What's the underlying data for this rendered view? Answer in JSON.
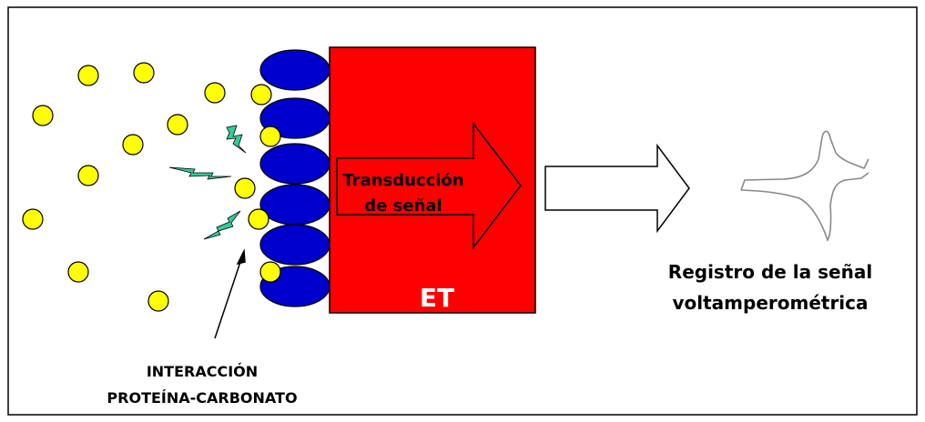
{
  "labels": {
    "electrode": "ET",
    "transduction_line1": "Transducción",
    "transduction_line2": "de señal",
    "record_line1": "Registro de la señal",
    "record_line2": "voltamperométrica",
    "interaction_line1": "INTERACCIÓN",
    "interaction_line2": "PROTEÍNA-CARBONATO"
  },
  "colors": {
    "electrode_fill": "#ff0000",
    "protein_fill": "#0000cc",
    "carbonate_fill": "#ffff00",
    "lightning_fill": "#33cc99",
    "text": "#000000",
    "voltammogram_line": "#888888"
  },
  "icons": {
    "lightning": "lightning-bolt-icon",
    "transduction_arrow": "block-arrow-right-icon",
    "output_arrow": "block-arrow-right-icon",
    "voltammogram": "cyclic-voltammogram-icon"
  }
}
